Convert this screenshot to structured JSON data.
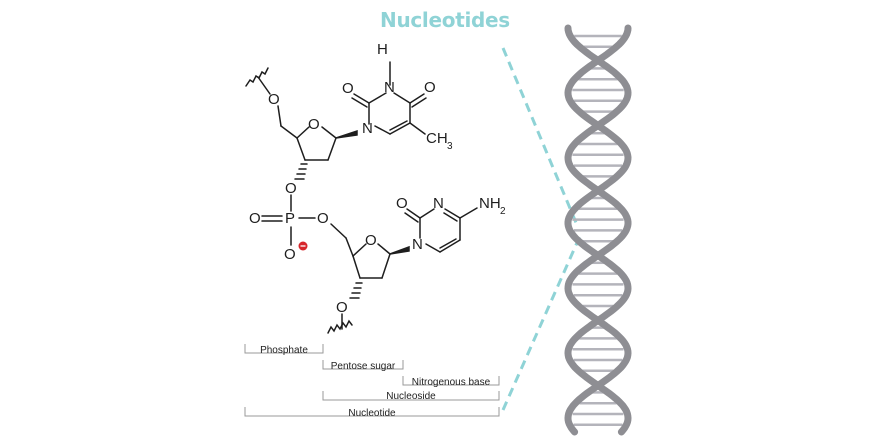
{
  "title": "Nucleotides",
  "colors": {
    "title": "#8fd3d6",
    "dashed_connector": "#8fd3d6",
    "helix_strand": "#8e8e93",
    "helix_rung": "#b4b4bb",
    "bond": "#1e1e1e",
    "charge": "#d7262b",
    "bracket": "#9a9a9a"
  },
  "atoms": {
    "h_top": "H",
    "n_thymine_top": "N",
    "o_thymine_left": "O",
    "o_thymine_right": "O",
    "n_thymine_ring": "N",
    "ch": "CH",
    "ch_sub": "3",
    "o_5prime_top": "O",
    "o_ring_top": "O",
    "o_3prime_top": "O",
    "o_phosphate_double": "O",
    "p": "P",
    "o_phosphate_right": "O",
    "o_phosphate_bottom": "O",
    "charge_sign": "-",
    "o_cytosine_carbonyl": "O",
    "n_cytosine_top": "N",
    "nh": "NH",
    "nh_sub": "2",
    "n_cytosine_ring": "N",
    "o_ring_bottom": "O",
    "o_3prime_bottom": "O"
  },
  "brackets": [
    {
      "label": "Phosphate"
    },
    {
      "label": "Pentose sugar"
    },
    {
      "label": "Nitrogenous base"
    },
    {
      "label": "Nucleoside"
    },
    {
      "label": "Nucleotide"
    }
  ],
  "helix": {
    "icon": "dna-double-helix-icon"
  }
}
